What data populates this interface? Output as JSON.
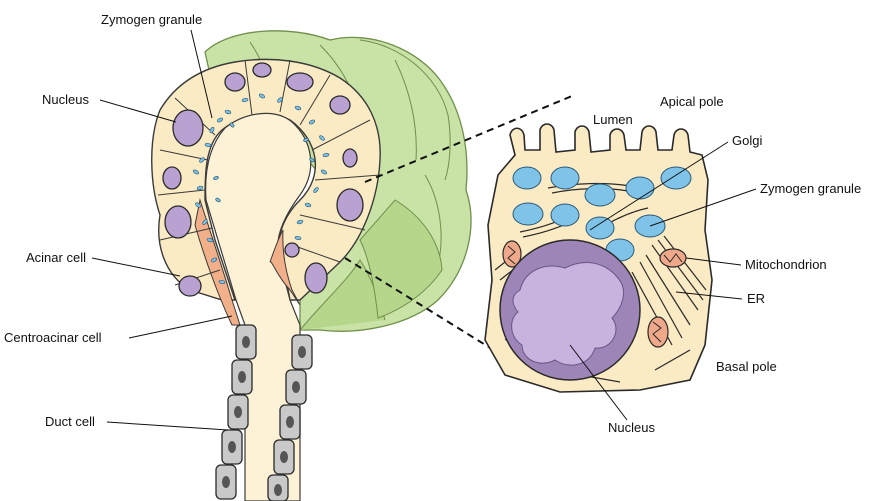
{
  "figure": {
    "labels": {
      "zymogen_granule_left": "Zymogen granule",
      "nucleus_left": "Nucleus",
      "acinar_cell": "Acinar cell",
      "centroacinar_cell": "Centroacinar cell",
      "duct_cell": "Duct cell",
      "apical_pole": "Apical pole",
      "lumen": "Lumen",
      "golgi": "Golgi",
      "zymogen_granule_right": "Zymogen granule",
      "mitochondrion": "Mitochondrion",
      "er": "ER",
      "basal_pole": "Basal pole",
      "nucleus_right": "Nucleus"
    },
    "colors": {
      "acinus_green": "#c9e3a6",
      "cell_cream": "#fbebc4",
      "lumen_cream": "#fdf1d6",
      "nucleus_purple": "#b9a1d2",
      "granule_blue": "#7fc4e8",
      "centroacinar_orange": "#f2b08a",
      "duct_gray": "#c9c9c9"
    }
  }
}
